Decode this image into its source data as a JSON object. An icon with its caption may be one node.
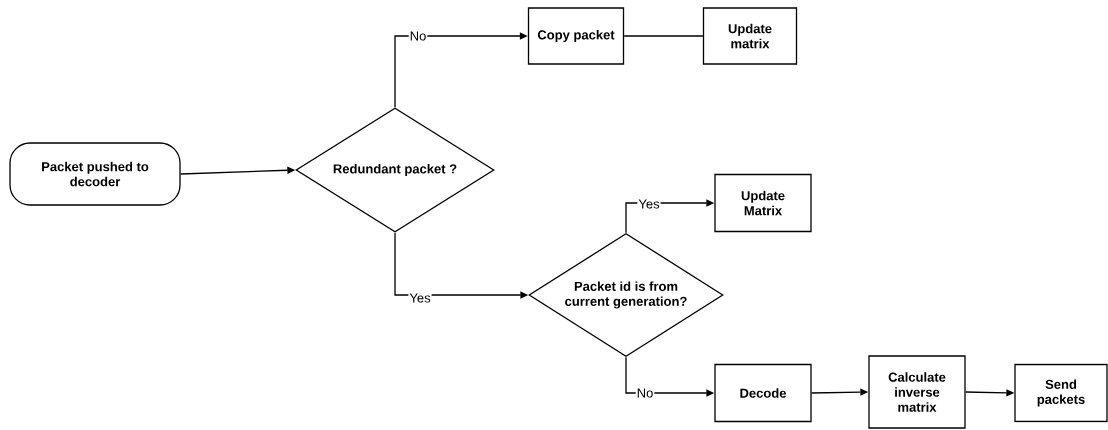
{
  "diagram": {
    "nodes": [
      {
        "text": [
          "Packet pushed to decoder"
        ]
      },
      {
        "text": [
          "Redundant packet ?"
        ]
      },
      {
        "text": [
          "Copy packet"
        ]
      },
      {
        "text": [
          "Update matrix"
        ]
      },
      {
        "text": [
          "Update Matrix"
        ]
      },
      {
        "text": [
          "Packet id is from current generation?"
        ]
      },
      {
        "text": [
          "Decode"
        ]
      },
      {
        "text": [
          "Calculate inverse matrix"
        ]
      },
      {
        "text": [
          "Send packets"
        ]
      }
    ],
    "edges": [
      {
        "from": 0,
        "to": 1,
        "arrow": "to"
      },
      {
        "from": 1,
        "to": 2,
        "arrow": "to",
        "label": "No"
      },
      {
        "from": 2,
        "to": 3,
        "arrow": "none"
      },
      {
        "from": 1,
        "to": 5,
        "arrow": "to",
        "label": "Yes"
      },
      {
        "from": 5,
        "to": 4,
        "arrow": "to",
        "label": "Yes"
      },
      {
        "from": 5,
        "to": 6,
        "arrow": "to",
        "label": "No"
      },
      {
        "from": 6,
        "to": 7,
        "arrow": "to"
      },
      {
        "from": 7,
        "to": 8,
        "arrow": "to"
      }
    ]
  }
}
